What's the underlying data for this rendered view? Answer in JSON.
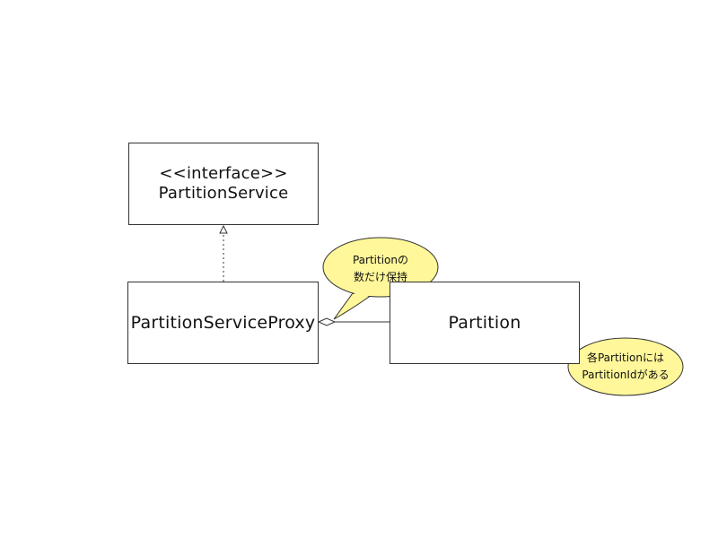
{
  "diagram": {
    "interface_box": {
      "stereotype": "<<interface>>",
      "name": "PartitionService"
    },
    "proxy_box": {
      "name": "PartitionServiceProxy"
    },
    "partition_box": {
      "name": "Partition"
    },
    "callout_aggregation": {
      "line1": "Partitionの",
      "line2": "数だけ保持"
    },
    "callout_partition": {
      "line1": "各Partitionには",
      "line2": "PartitionIdがある"
    },
    "colors": {
      "bubble_fill": "#FFF799",
      "stroke": "#333333"
    }
  }
}
